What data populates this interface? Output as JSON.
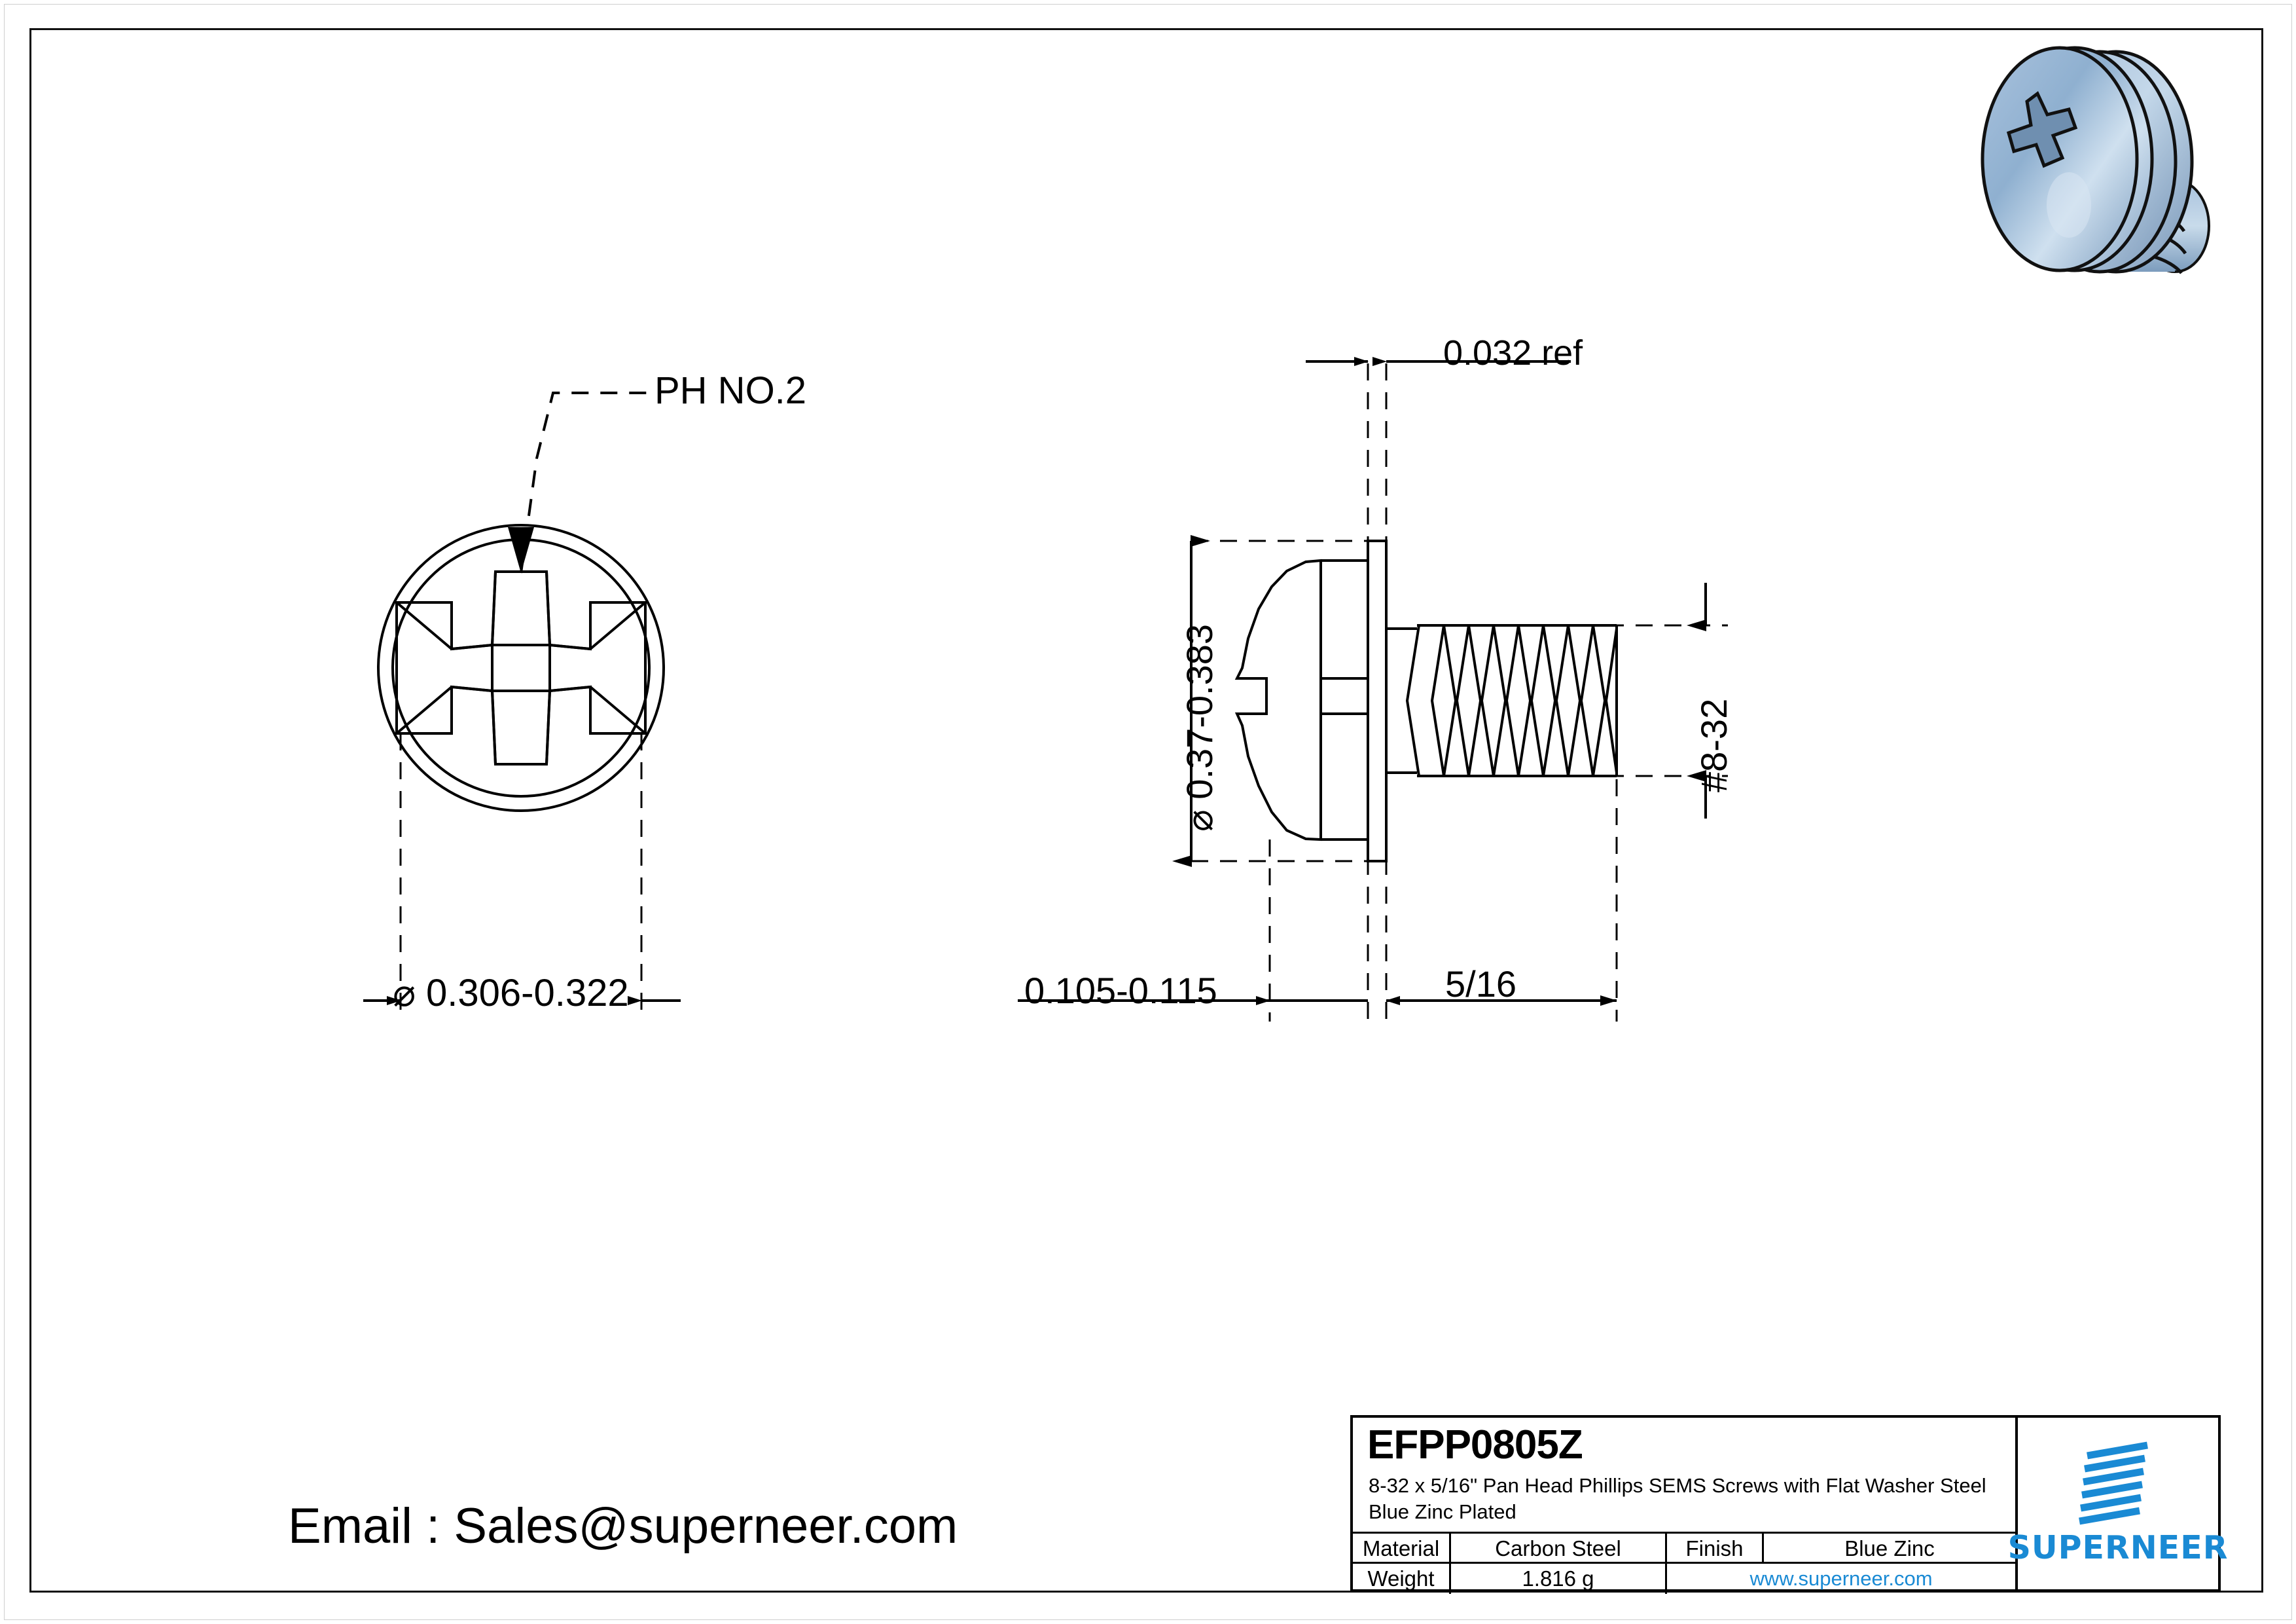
{
  "drawing": {
    "annotations": {
      "phillips_callout": "PH NO.2",
      "head_diameter": "⌀ 0.306-0.322",
      "washer_thickness": "0.032 ref",
      "washer_diameter": "⌀ 0.37-0.383",
      "thread_spec": "#8-32",
      "head_height": "0.105-0.115",
      "thread_length": "5/16"
    },
    "email": "Email : Sales@superneer.com"
  },
  "title_block": {
    "part_code": "EFPP0805Z",
    "description": "8-32 x 5/16\" Pan Head Phillips SEMS Screws with Flat Washer Steel Blue Zinc Plated",
    "material_label": "Material",
    "material_value": "Carbon Steel",
    "finish_label": "Finish",
    "finish_value": "Blue Zinc",
    "weight_label": "Weight",
    "weight_value": "1.816 g",
    "website": "www.superneer.com",
    "brand": "SUPERNEER",
    "brand_color": "#1a8ad4"
  }
}
